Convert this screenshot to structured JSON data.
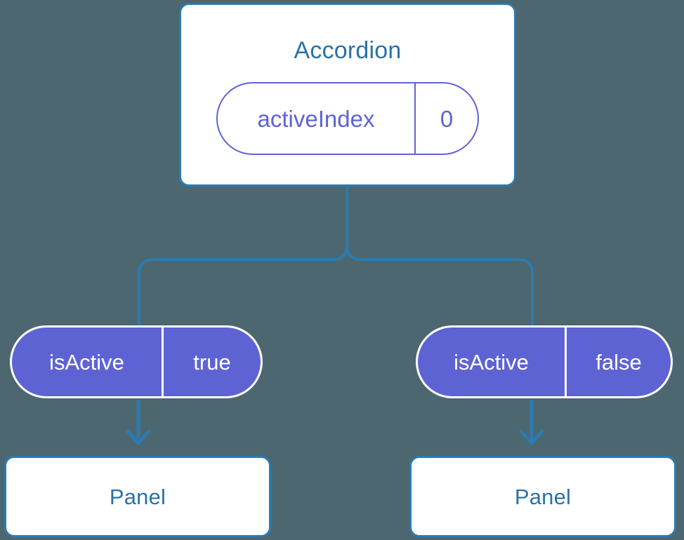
{
  "diagram": {
    "background_color": "#4c6770",
    "accent_blue": "#2c7ab0",
    "text_blue": "#2b72a5",
    "accent_purple": "#5e63d4",
    "root": {
      "title": "Accordion",
      "state": {
        "key": "activeIndex",
        "value": "0"
      }
    },
    "branches": [
      {
        "prop": {
          "key": "isActive",
          "value": "true"
        },
        "child": {
          "title": "Panel"
        }
      },
      {
        "prop": {
          "key": "isActive",
          "value": "false"
        },
        "child": {
          "title": "Panel"
        }
      }
    ]
  }
}
